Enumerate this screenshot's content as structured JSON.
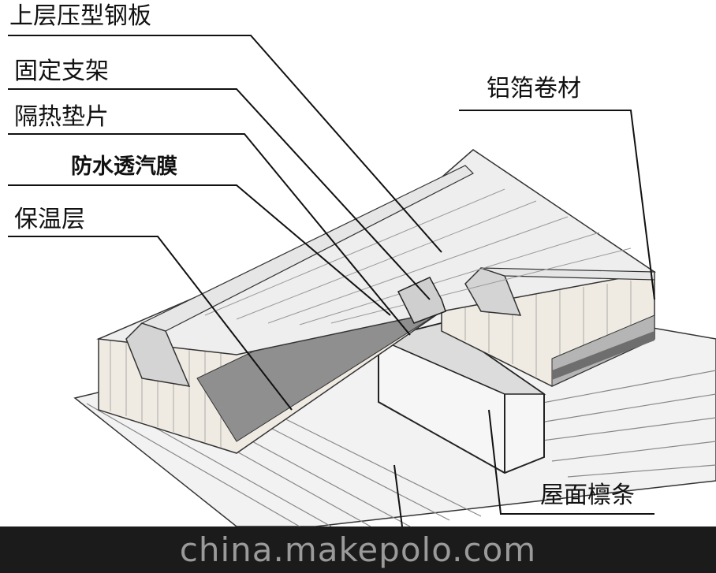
{
  "labels": {
    "upper_steel_sheet": "上层压型钢板",
    "fixed_bracket": "固定支架",
    "thermal_pad": "隔热垫片",
    "waterproof_membrane": "防水透汽膜",
    "insulation_layer": "保温层",
    "aluminum_foil": "铝箔卷材",
    "roof_purlin": "屋面檩条"
  },
  "watermark": "china.makepolo.com",
  "colors": {
    "line": "#111111",
    "panel_light": "#eeeeee",
    "panel_mid": "#d4d4d4",
    "insulation_dark": "#8f8f8f",
    "footer_bg": "#1b1b1b",
    "footer_text": "#9a9a9a"
  }
}
